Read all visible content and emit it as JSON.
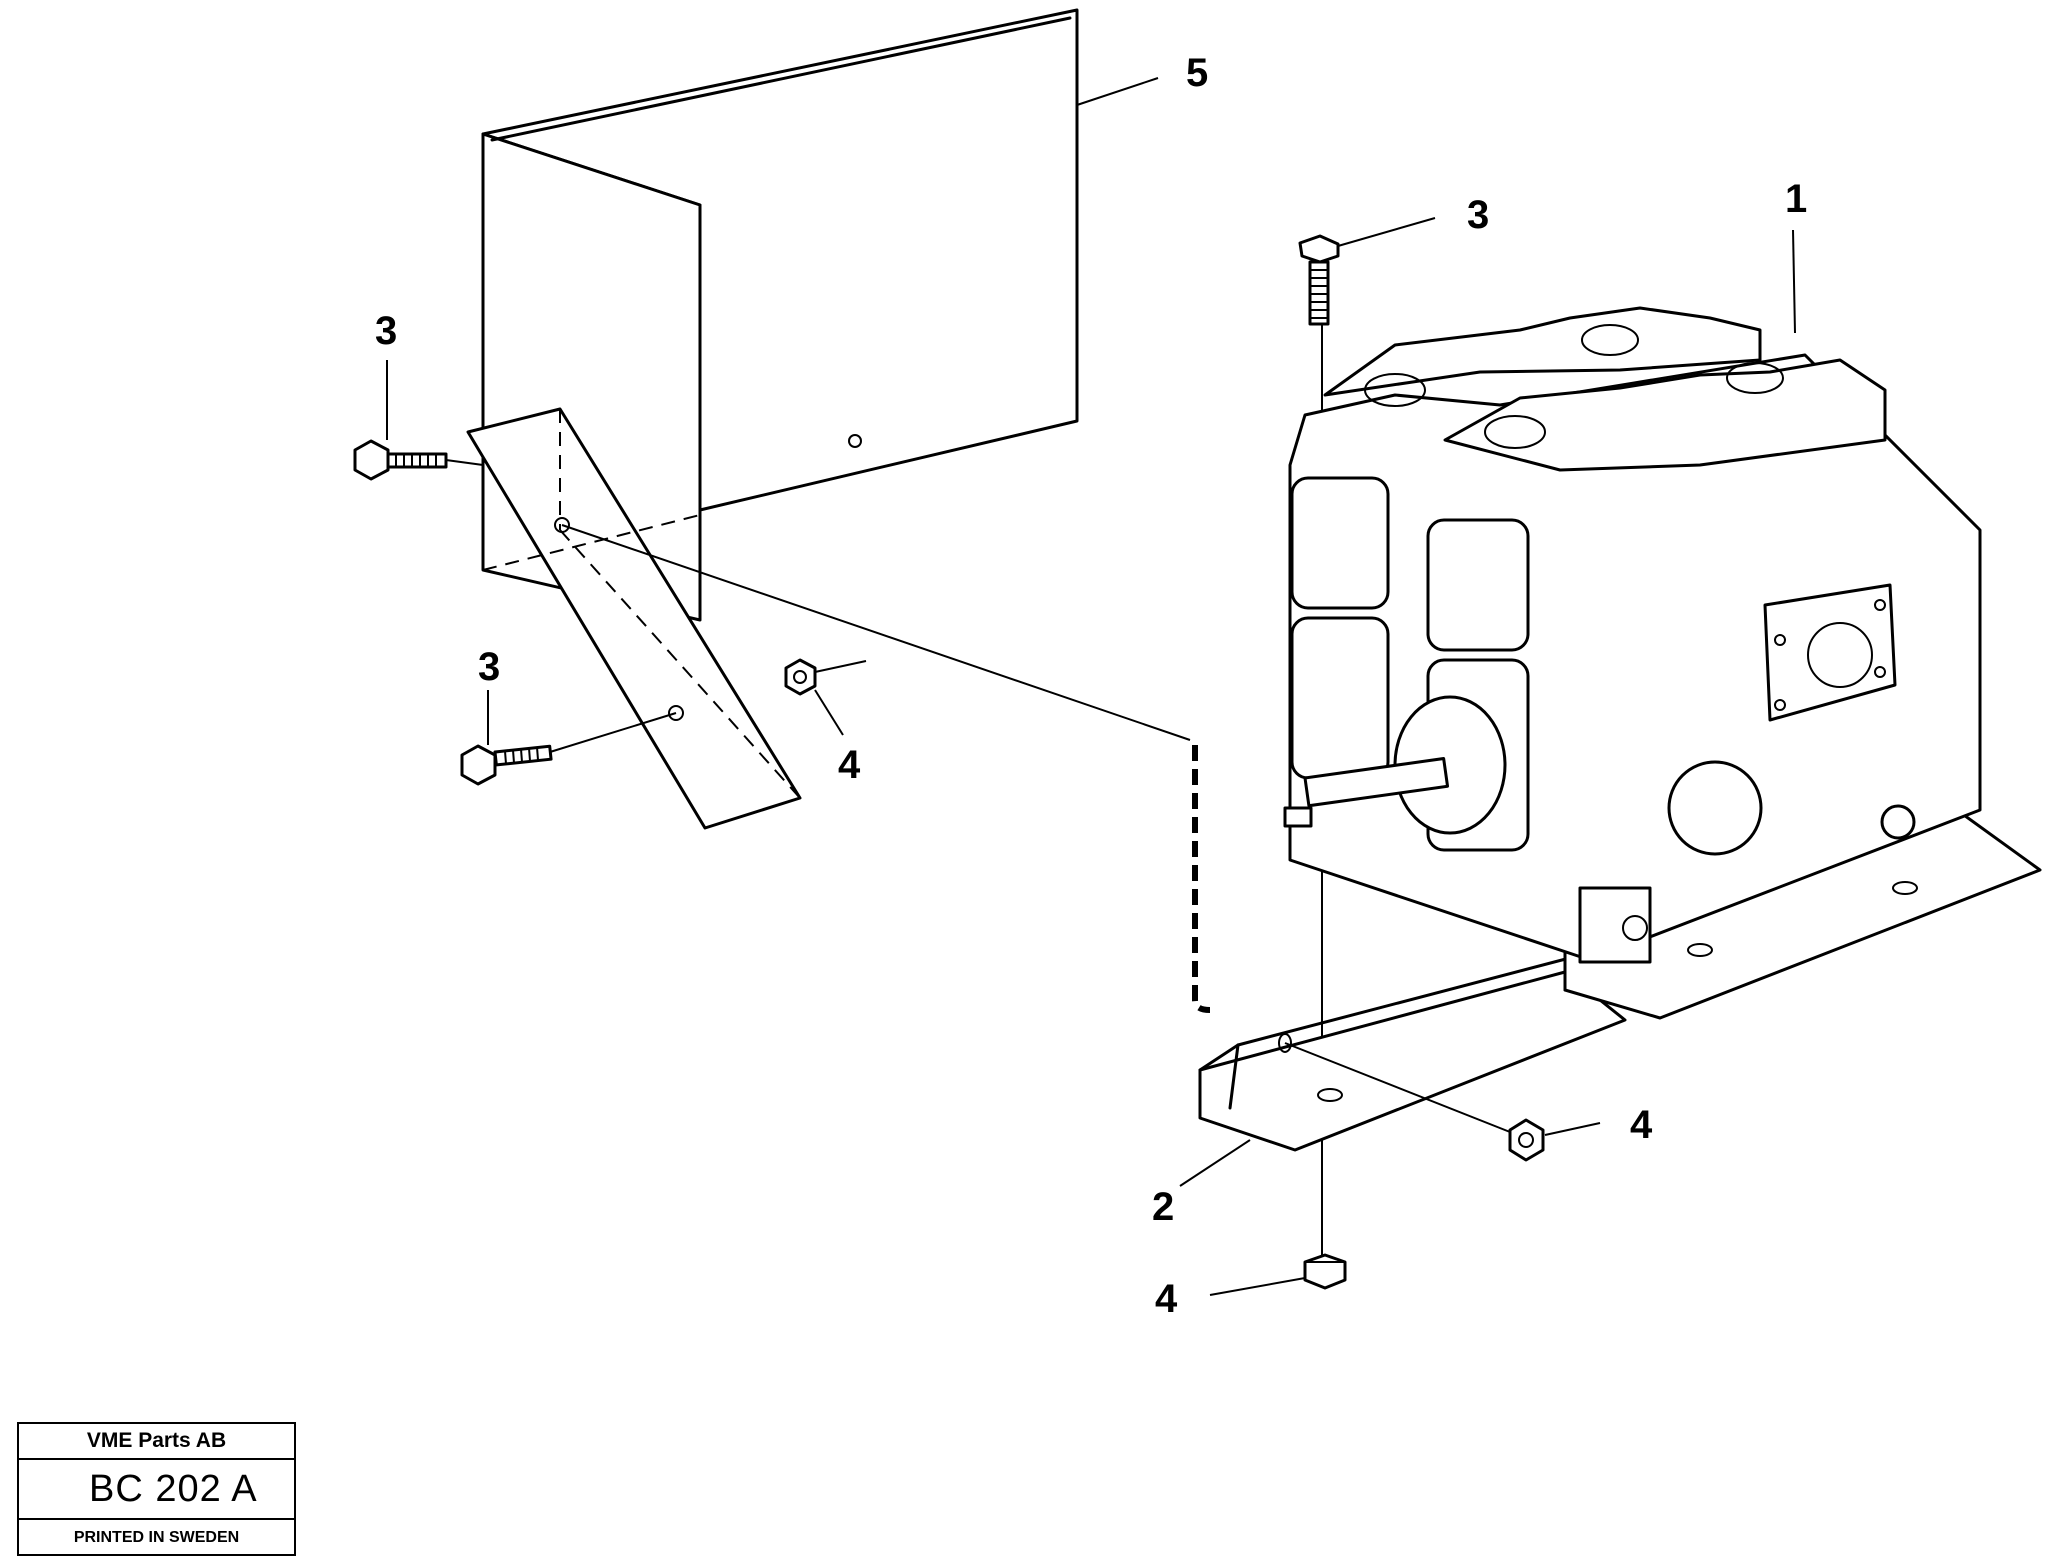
{
  "callouts": {
    "part_5": "5",
    "part_3_top": "3",
    "part_1": "1",
    "part_3_left_upper": "3",
    "part_3_left_lower": "3",
    "part_4_left": "4",
    "part_4_right": "4",
    "part_2": "2",
    "part_4_bottom": "4"
  },
  "stamp": {
    "company": "VME Parts AB",
    "code": "BC 202 A",
    "printed": "PRINTED IN SWEDEN"
  }
}
